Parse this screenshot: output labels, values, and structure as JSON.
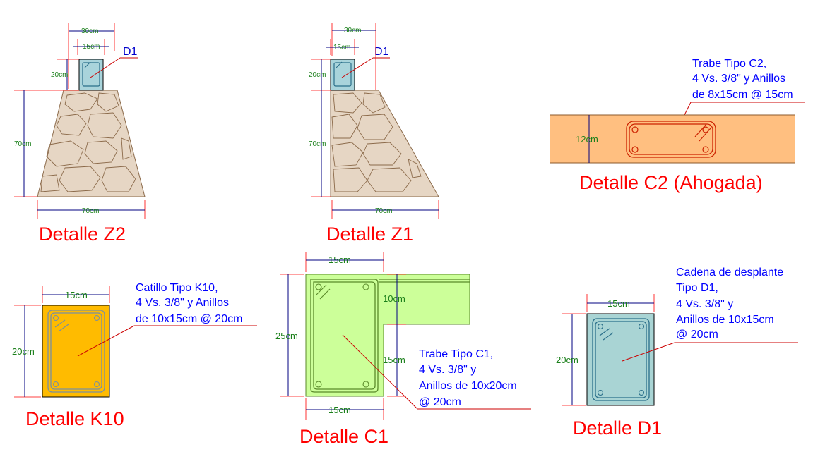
{
  "z2": {
    "title": "Detalle Z2",
    "dim_top_outer": "30cm",
    "dim_top_inner": "15cm",
    "dim_col_h": "20cm",
    "dim_height": "70cm",
    "dim_base": "70cm",
    "label": "D1"
  },
  "z1": {
    "title": "Detalle Z1",
    "dim_top_outer": "30cm",
    "dim_top_inner": "15cm",
    "dim_col_h": "20cm",
    "dim_height": "70cm",
    "dim_base": "70cm",
    "label": "D1"
  },
  "c2": {
    "title": "Detalle C2 (Ahogada)",
    "note_lines": [
      "Trabe Tipo C2,",
      "4 Vs. 3/8\" y Anillos",
      "de 8x15cm @ 15cm"
    ],
    "dim_h": "12cm"
  },
  "k10": {
    "title": "Detalle K10",
    "note_lines": [
      "Catillo Tipo K10,",
      "4 Vs. 3/8\" y Anillos",
      "de 10x15cm @ 20cm"
    ],
    "dim_w": "15cm",
    "dim_h": "20cm"
  },
  "c1": {
    "title": "Detalle C1",
    "note_lines": [
      "Trabe Tipo C1,",
      "4 Vs. 3/8\" y",
      "Anillos de 10x20cm",
      "@ 20cm"
    ],
    "dim_top": "15cm",
    "dim_bottom": "15cm",
    "dim_total_h": "25cm",
    "dim_slab": "10cm",
    "dim_web": "15cm"
  },
  "d1": {
    "title": "Detalle D1",
    "note_lines": [
      "Cadena de desplante",
      "Tipo D1,",
      "4 Vs. 3/8\" y",
      "Anillos de 10x15cm",
      "@ 20cm"
    ],
    "dim_w": "15cm",
    "dim_h": "20cm"
  },
  "colors": {
    "title_red": "#ff0000",
    "note_blue": "#0000ff",
    "dim_green": "#1a7f1a",
    "stone_fill": "#e6d6c4",
    "column_fill": "#a9d4db",
    "beam_c2_fill": "#ffbf80",
    "k10_fill": "#ffbb00",
    "c1_fill": "#ccff99",
    "d1_fill": "#a9d4d4"
  }
}
